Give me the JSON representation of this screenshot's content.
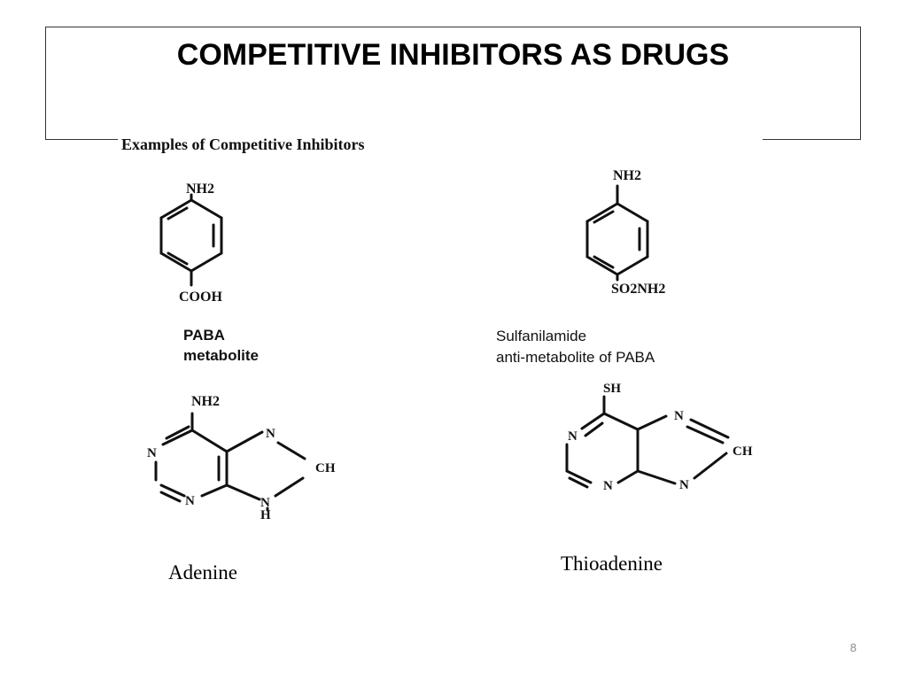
{
  "slide": {
    "title": "COMPETITIVE INHIBITORS AS DRUGS",
    "page_number": "8"
  },
  "figure": {
    "heading": "Examples of Competitive Inhibitors",
    "paba": {
      "nh2": "NH2",
      "cooh": "COOH",
      "label_line1": "PABA",
      "label_line2": "metabolite"
    },
    "sulfanilamide": {
      "nh2": "NH2",
      "so2nh2": "SO2NH2",
      "label_line1": "Sulfanilamide",
      "label_line2": "anti-metabolite of PABA"
    },
    "adenine": {
      "nh2": "NH2",
      "n": "N",
      "ch": "CH",
      "h": "H",
      "caption": "Adenine"
    },
    "thioadenine": {
      "sh": "SH",
      "n": "N",
      "ch": "CH",
      "caption": "Thioadenine"
    }
  }
}
